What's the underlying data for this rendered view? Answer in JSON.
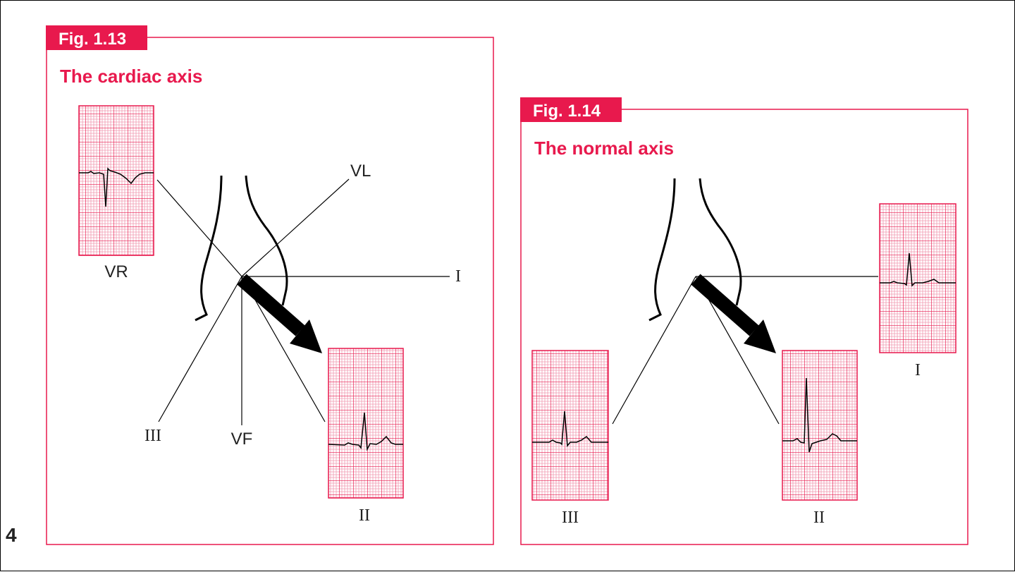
{
  "page_number": "4",
  "colors": {
    "accent": "#e8194d",
    "grid_fine": "#f19ab2",
    "grid_bold": "#e8194d",
    "ink": "#000000"
  },
  "fig13": {
    "label": "Fig. 1.13",
    "title": "The cardiac axis",
    "leads": {
      "vr": "VR",
      "vl": "VL",
      "i": "I",
      "iii": "III",
      "vf": "VF",
      "ii": "II"
    }
  },
  "fig14": {
    "label": "Fig. 1.14",
    "title": "The normal axis",
    "leads": {
      "i": "I",
      "ii": "II",
      "iii": "III"
    }
  }
}
